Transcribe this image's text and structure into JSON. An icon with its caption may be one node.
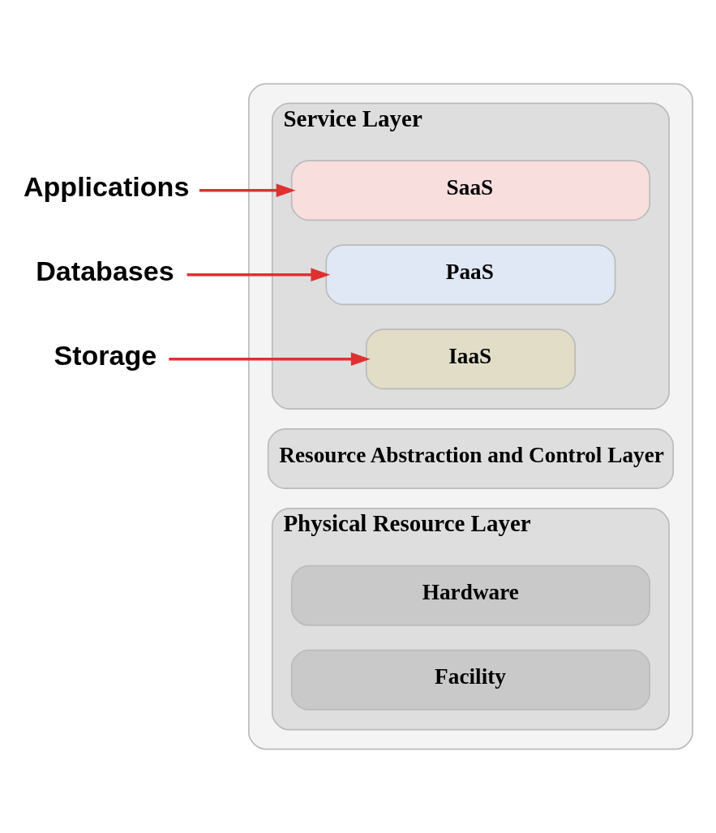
{
  "diagram": {
    "nodes": [
      {
        "text": [],
        "shape": "box"
      },
      {
        "text": [
          "Service Layer"
        ],
        "in": 0
      },
      {
        "text": [
          "SaaS"
        ],
        "in": 1
      },
      {
        "text": [
          "PaaS"
        ],
        "in": 1
      },
      {
        "text": [
          "IaaS"
        ],
        "in": 1
      },
      {
        "text": [
          "Resource Abstraction and Control Layer"
        ],
        "in": 0
      },
      {
        "text": [
          "Physical Resource Layer"
        ],
        "in": 0
      },
      {
        "text": [
          "Hardware"
        ],
        "in": 6
      },
      {
        "text": [
          "Facility"
        ],
        "in": 6
      },
      {
        "text": [
          "Applications"
        ]
      },
      {
        "text": [
          "Databases"
        ]
      },
      {
        "text": [
          "Storage"
        ]
      }
    ],
    "edges": [
      {
        "from": 9,
        "to": 2,
        "arrow": "to"
      },
      {
        "from": 10,
        "to": 3,
        "arrow": "to"
      },
      {
        "from": 11,
        "to": 4,
        "arrow": "to"
      }
    ]
  }
}
